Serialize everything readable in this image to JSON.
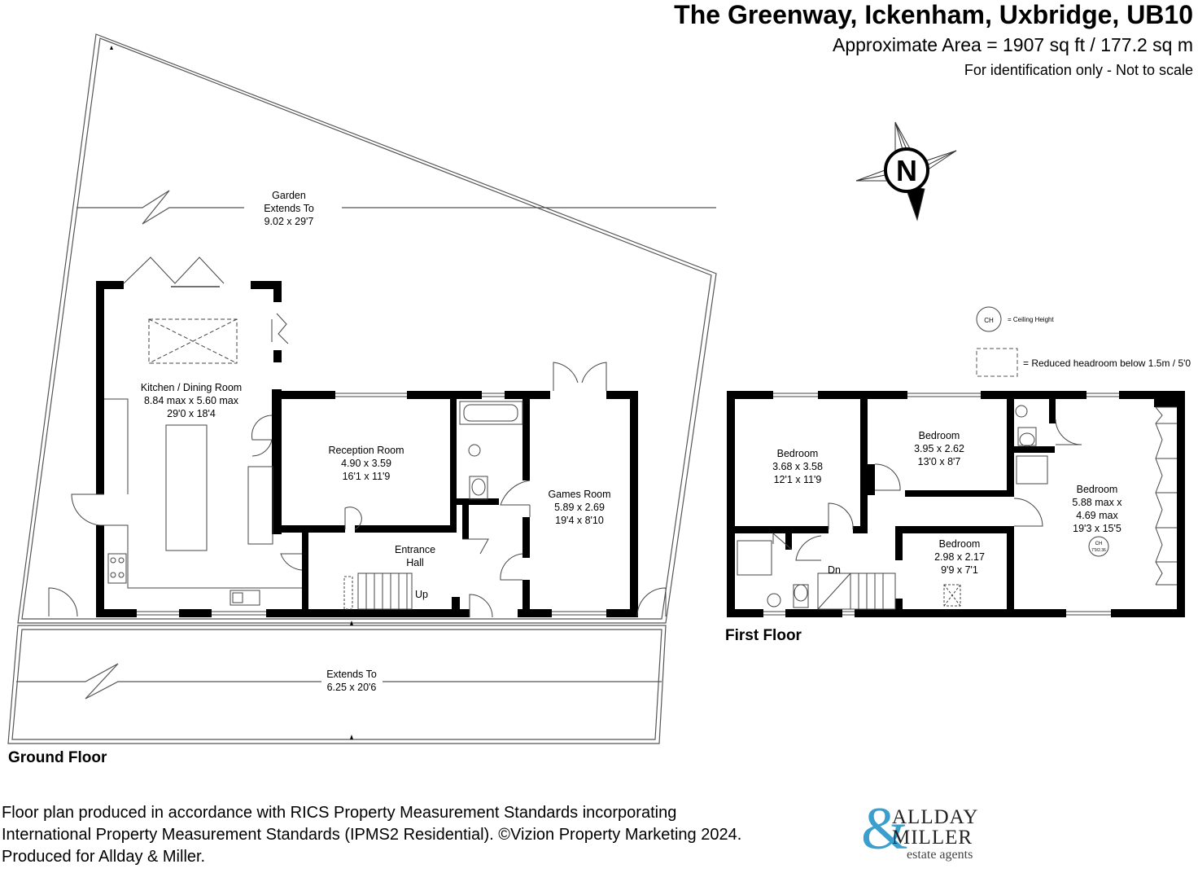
{
  "header": {
    "title": "The Greenway, Ickenham, Uxbridge, UB10",
    "area": "Approximate Area = 1907 sq ft / 177.2 sq m",
    "note": "For identification only - Not to scale"
  },
  "compass": {
    "letter": "N"
  },
  "legend": {
    "ch_symbol": "CH",
    "ch_text": "= Ceiling Height",
    "reduced_text": "= Reduced headroom below 1.5m / 5'0"
  },
  "ground_floor": {
    "label": "Ground Floor",
    "garden": {
      "l1": "Garden",
      "l2": "Extends To",
      "l3": "9.02 x 29'7"
    },
    "front": {
      "l1": "Extends To",
      "l2": "6.25 x 20'6"
    },
    "kitchen": {
      "name": "Kitchen / Dining Room",
      "metric": "8.84 max x 5.60 max",
      "imperial": "29'0 x 18'4"
    },
    "reception": {
      "name": "Reception Room",
      "metric": "4.90 x 3.59",
      "imperial": "16'1 x 11'9"
    },
    "games": {
      "name": "Games Room",
      "metric": "5.89 x 2.69",
      "imperial": "19'4 x 8'10"
    },
    "hall": {
      "l1": "Entrance",
      "l2": "Hall"
    },
    "stairs": "Up"
  },
  "first_floor": {
    "label": "First Floor",
    "bed1": {
      "name": "Bedroom",
      "metric": "3.68 x 3.58",
      "imperial": "12'1 x 11'9"
    },
    "bed2": {
      "name": "Bedroom",
      "metric": "3.95 x 2.62",
      "imperial": "13'0 x 8'7"
    },
    "bed3": {
      "name": "Bedroom",
      "metric": "2.98 x 2.17",
      "imperial": "9'9 x 7'1"
    },
    "bed4": {
      "name": "Bedroom",
      "metric": "5.88 max x",
      "metric2": "4.69 max",
      "imperial": "19'3 x 15'5"
    },
    "ch_mark": "CH",
    "ch_value": "7'9/2.36",
    "stairs": "Dn"
  },
  "footer": {
    "line1": "Floor plan produced in accordance with RICS Property Measurement Standards incorporating",
    "line2": "International Property Measurement Standards (IPMS2 Residential). ©Vizion Property Marketing 2024.",
    "line3": "Produced for Allday & Miller."
  },
  "logo": {
    "amp": "&",
    "line1": "ALLDAY",
    "line2": "MILLER",
    "line3": "estate agents",
    "accent_color": "#3b9fce"
  }
}
